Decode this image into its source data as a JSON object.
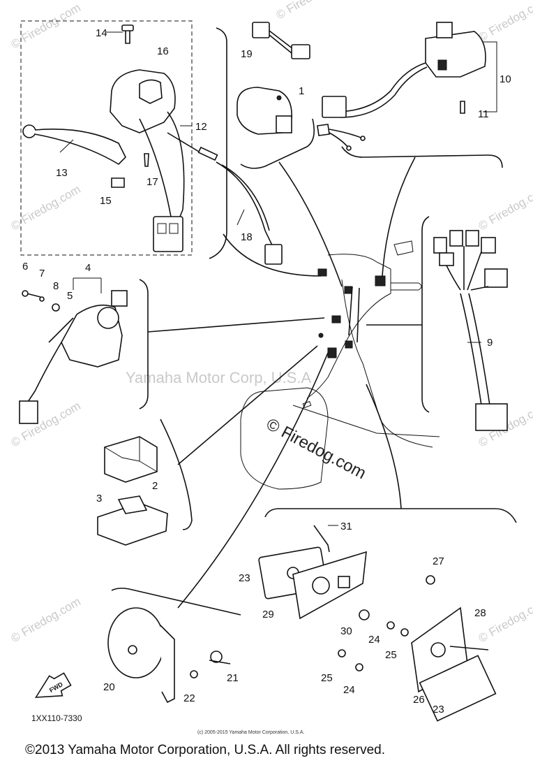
{
  "watermark": {
    "brand": "© Firedog.com",
    "center": "© Firedog.com",
    "corp": "Yamaha Motor Corp, U.S.A"
  },
  "callouts": [
    "1",
    "2",
    "3",
    "4",
    "5",
    "6",
    "7",
    "8",
    "9",
    "10",
    "11",
    "12",
    "13",
    "14",
    "15",
    "16",
    "17",
    "18",
    "19",
    "20",
    "21",
    "22",
    "23",
    "24",
    "25",
    "26",
    "27",
    "28",
    "29",
    "30",
    "31"
  ],
  "diagram_code": "1XX110-7330",
  "fwd_label": "FWD",
  "small_copyright": "(c) 2005-2015 Yamaha Motor Corporation, U.S.A.",
  "footer_copyright": "©2013 Yamaha Motor Corporation, U.S.A. All rights reserved."
}
